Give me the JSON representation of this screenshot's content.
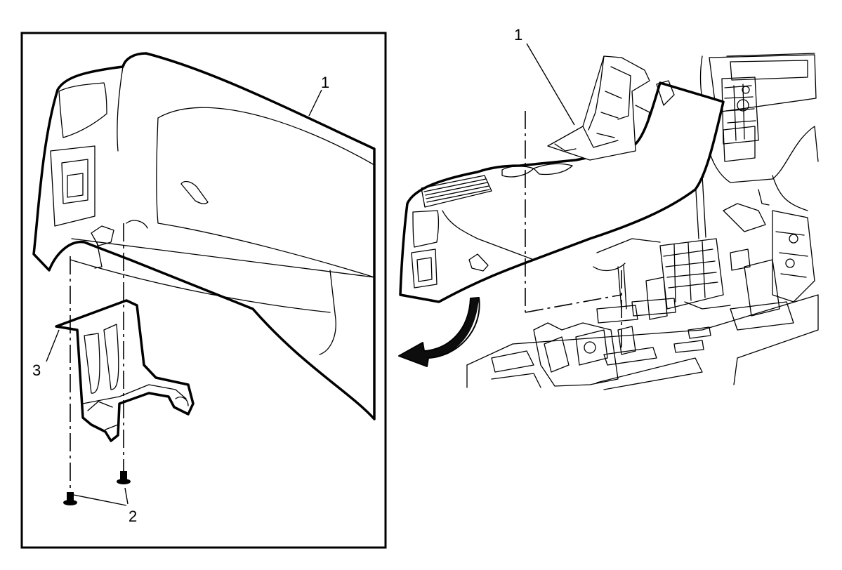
{
  "colors": {
    "line": "#000000",
    "background": "#ffffff"
  },
  "left_detail": {
    "callout_console": "1",
    "callout_fasteners": "2",
    "callout_bracket": "3"
  },
  "right_view": {
    "callout_console": "1",
    "arrow_icon": "curved-removal-arrow"
  }
}
